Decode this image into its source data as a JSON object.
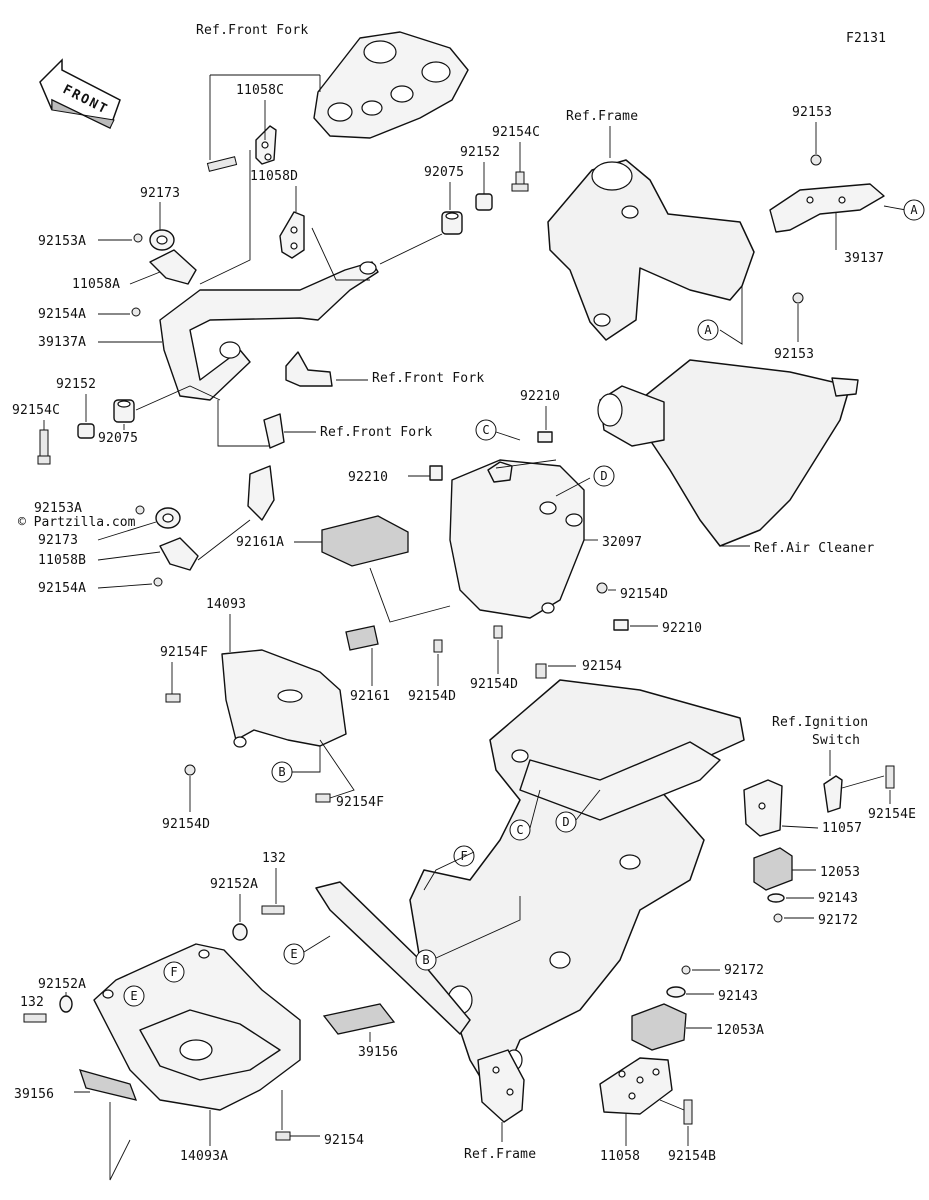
{
  "diagram_code": "F2131",
  "watermark": "© Partzilla.com",
  "front_arrow_text": "FRONT",
  "refs": {
    "front_fork_top": "Ref.Front Fork",
    "front_fork_mid": "Ref.Front Fork",
    "front_fork_lower": "Ref.Front Fork",
    "frame_top": "Ref.Frame",
    "air_cleaner": "Ref.Air Cleaner",
    "ignition_switch_line1": "Ref.Ignition",
    "ignition_switch_line2": "Switch",
    "frame_bottom": "Ref.Frame"
  },
  "callout_letters": [
    "A",
    "A",
    "B",
    "B",
    "C",
    "C",
    "D",
    "D",
    "E",
    "E",
    "F",
    "F"
  ],
  "labels": {
    "p11058C": "11058C",
    "p92173_top": "92173",
    "p92153A_top": "92153A",
    "p11058A": "11058A",
    "p92154A_top": "92154A",
    "p39137A": "39137A",
    "p11058D": "11058D",
    "p92075_top": "92075",
    "p92152_top": "92152",
    "p92154C_top": "92154C",
    "p92153_top": "92153",
    "p39137": "39137",
    "p92153_mid": "92153",
    "p92152_left": "92152",
    "p92154C_left": "92154C",
    "p92075_left": "92075",
    "p92210_top": "92210",
    "p92210_left": "92210",
    "p92153A_left": "92153A",
    "p92173_left": "92173",
    "p11058B": "11058B",
    "p92154A_left": "92154A",
    "p92161A": "92161A",
    "p32097": "32097",
    "p92154D_right": "92154D",
    "p92210_right": "92210",
    "p14093": "14093",
    "p92154F_left": "92154F",
    "p92161": "92161",
    "p92154D_a": "92154D",
    "p92154D_b": "92154D",
    "p92154_mid": "92154",
    "p92154D_left": "92154D",
    "p92154F_right": "92154F",
    "p92154E": "92154E",
    "p11057": "11057",
    "p12053": "12053",
    "p92143_top": "92143",
    "p92172_top": "92172",
    "p132_top": "132",
    "p92152A_top": "92152A",
    "p92152A_left": "92152A",
    "p132_left": "132",
    "p92172_mid": "92172",
    "p92143_mid": "92143",
    "p12053A": "12053A",
    "p39156_left": "39156",
    "p39156_mid": "39156",
    "p14093A": "14093A",
    "p92154_bottom": "92154",
    "p11058_bottom": "11058",
    "p92154B": "92154B"
  }
}
